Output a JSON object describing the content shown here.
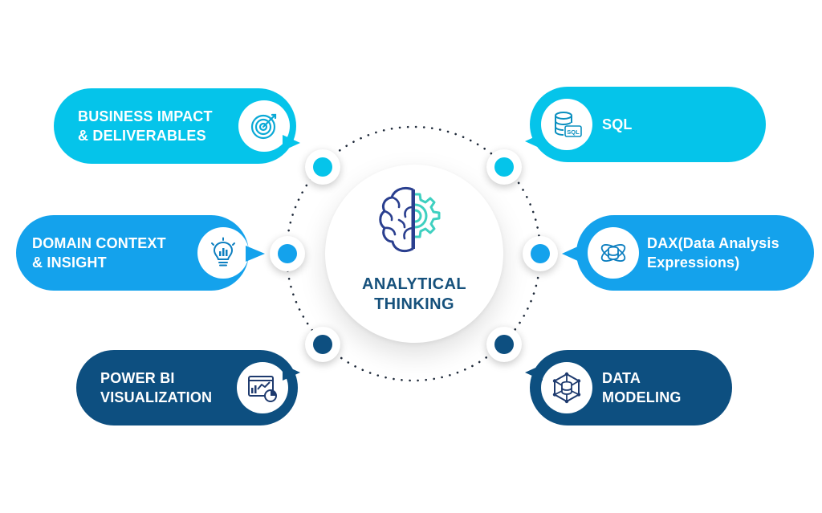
{
  "center": {
    "title_line1": "ANALYTICAL",
    "title_line2": "THINKING",
    "icon": "brain-gear-icon"
  },
  "items": [
    {
      "line1": "BUSINESS IMPACT",
      "line2": "& DELIVERABLES",
      "icon": "target-icon",
      "color": "#05c4ea"
    },
    {
      "line1": "DOMAIN CONTEXT",
      "line2": "& INSIGHT",
      "icon": "lightbulb-chart-icon",
      "color": "#14a2ec"
    },
    {
      "line1": "POWER BI",
      "line2": "VISUALIZATION",
      "icon": "dashboard-icon",
      "color": "#0d4f80"
    },
    {
      "line1": "SQL",
      "line2": "",
      "icon": "sql-database-icon",
      "color": "#05c4ea"
    },
    {
      "line1": "DAX(Data Analysis",
      "line2": "Expressions)",
      "icon": "dax-database-icon",
      "color": "#14a2ec"
    },
    {
      "line1": "DATA",
      "line2": "MODELING",
      "icon": "data-network-icon",
      "color": "#0d4f80"
    }
  ],
  "colors": {
    "cyan": "#05c4ea",
    "blue": "#14a2ec",
    "navy": "#0d4f80",
    "title": "#16517c",
    "gear": "#3ed0c0"
  }
}
